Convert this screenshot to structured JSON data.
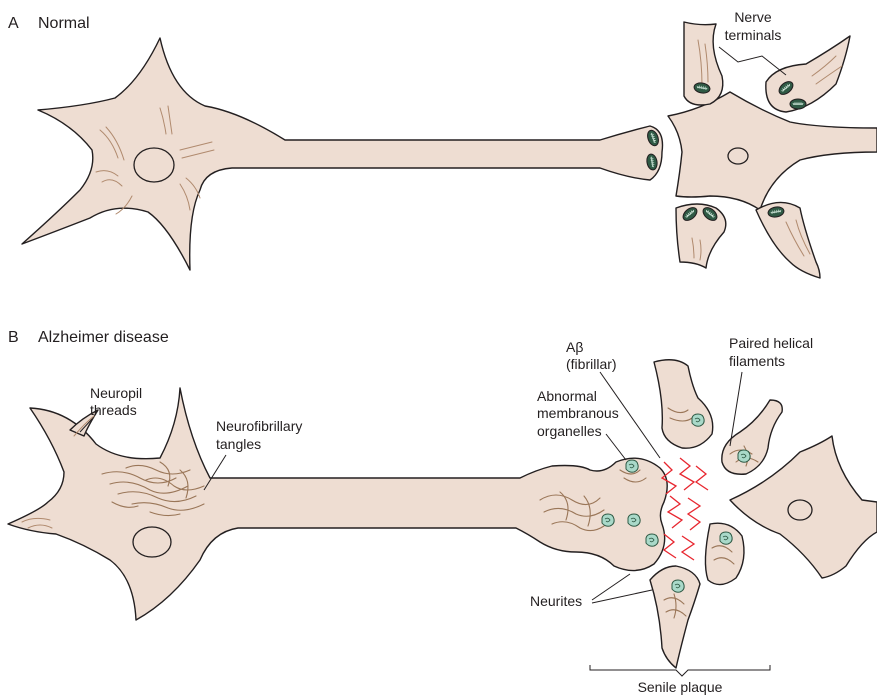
{
  "panel_a": {
    "letter": "A",
    "title": "Normal",
    "labels": {
      "nerve_terminals_line1": "Nerve",
      "nerve_terminals_line2": "terminals"
    }
  },
  "panel_b": {
    "letter": "B",
    "title": "Alzheimer disease",
    "labels": {
      "neuropil_line1": "Neuropil",
      "neuropil_line2": "threads",
      "nft_line1": "Neurofibrillary",
      "nft_line2": "tangles",
      "abeta_line1": "Aβ",
      "abeta_line2": "(fibrillar)",
      "phf_line1": "Paired helical",
      "phf_line2": "filaments",
      "amo_line1": "Abnormal",
      "amo_line2": "membranous",
      "amo_line3": "organelles",
      "neurites": "Neurites",
      "senile_plaque": "Senile plaque"
    }
  },
  "colors": {
    "cytoplasm": "#eeddd2",
    "outline": "#231f20",
    "mitochondria": "#2f5a45",
    "abnormal_organelle": "#a9d9c9",
    "amyloid": "#e8262f",
    "tangle": "#9a7658"
  }
}
